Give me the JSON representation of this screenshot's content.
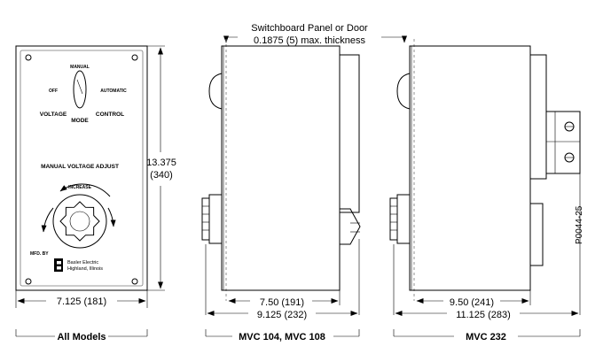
{
  "front_panel": {
    "mode_switch": {
      "manual": "MANUAL",
      "off": "OFF",
      "automatic": "AUTOMATIC",
      "voltage": "VOLTAGE",
      "mode": "MODE",
      "control": "CONTROL"
    },
    "adjust_label": "MANUAL VOLTAGE ADJUST",
    "increase_label": "INCREASE",
    "mfd_by": "MFD. BY",
    "maker_line1": "Basler Electric",
    "maker_line2": "Highland, Illinois"
  },
  "dimensions": {
    "height": "13.375",
    "height_mm": "(340)",
    "all_width": "7.125 (181)",
    "mvc104_inner": "7.50 (191)",
    "mvc104_outer": "9.125 (232)",
    "mvc232_inner": "9.50 (241)",
    "mvc232_outer": "11.125 (283)"
  },
  "panel_note": {
    "line1": "Switchboard Panel or Door",
    "line2": "0.1875 (5) max. thickness"
  },
  "part_number": "P0044-25",
  "captions": {
    "all_models": "All Models",
    "mvc104_108": "MVC 104, MVC 108",
    "mvc232": "MVC 232"
  }
}
